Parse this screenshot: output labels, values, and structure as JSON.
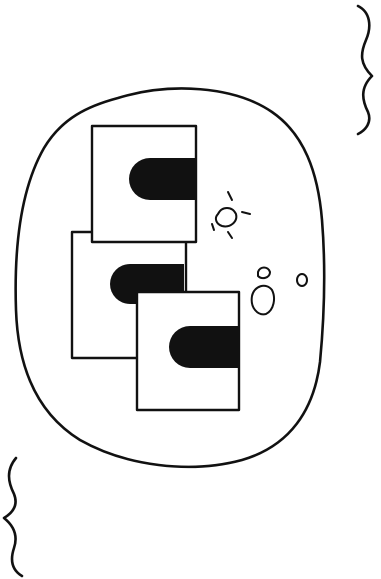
{
  "drawing": {
    "ink_color": "#111111",
    "background_color": "#ffffff",
    "elements": [
      "right-curly-brace",
      "left-curly-brace",
      "outer-blob",
      "card-top",
      "card-middle",
      "card-bottom",
      "sparkle-particles",
      "small-ring-particles"
    ]
  }
}
